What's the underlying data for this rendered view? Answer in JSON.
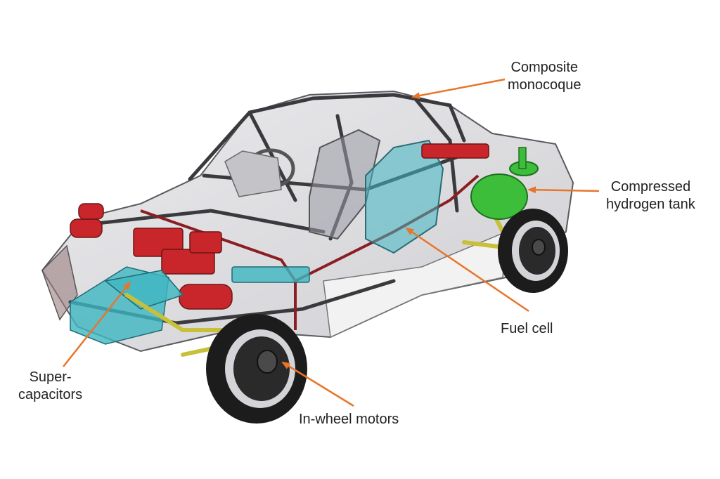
{
  "colors": {
    "arrow": "#E8752A",
    "text": "#222222",
    "body_shell": "#BDBDC4",
    "frame": "#3A3A3E",
    "red_components": "#C8262A",
    "cyan_components": "#3FB7C2",
    "hydrogen_tank": "#3DBE3A",
    "yellow_suspension": "#C9C03A",
    "tire": "#1C1C1C"
  },
  "labels": {
    "composite": {
      "line1": "Composite",
      "line2": "monocoque"
    },
    "hydrogen": {
      "line1": "Compressed",
      "line2": "hydrogen tank"
    },
    "fuel_cell": {
      "line1": "Fuel cell"
    },
    "supercapacitors": {
      "line1": "Super-",
      "line2": "capacitors"
    },
    "motors": {
      "line1": "In-wheel motors"
    }
  }
}
